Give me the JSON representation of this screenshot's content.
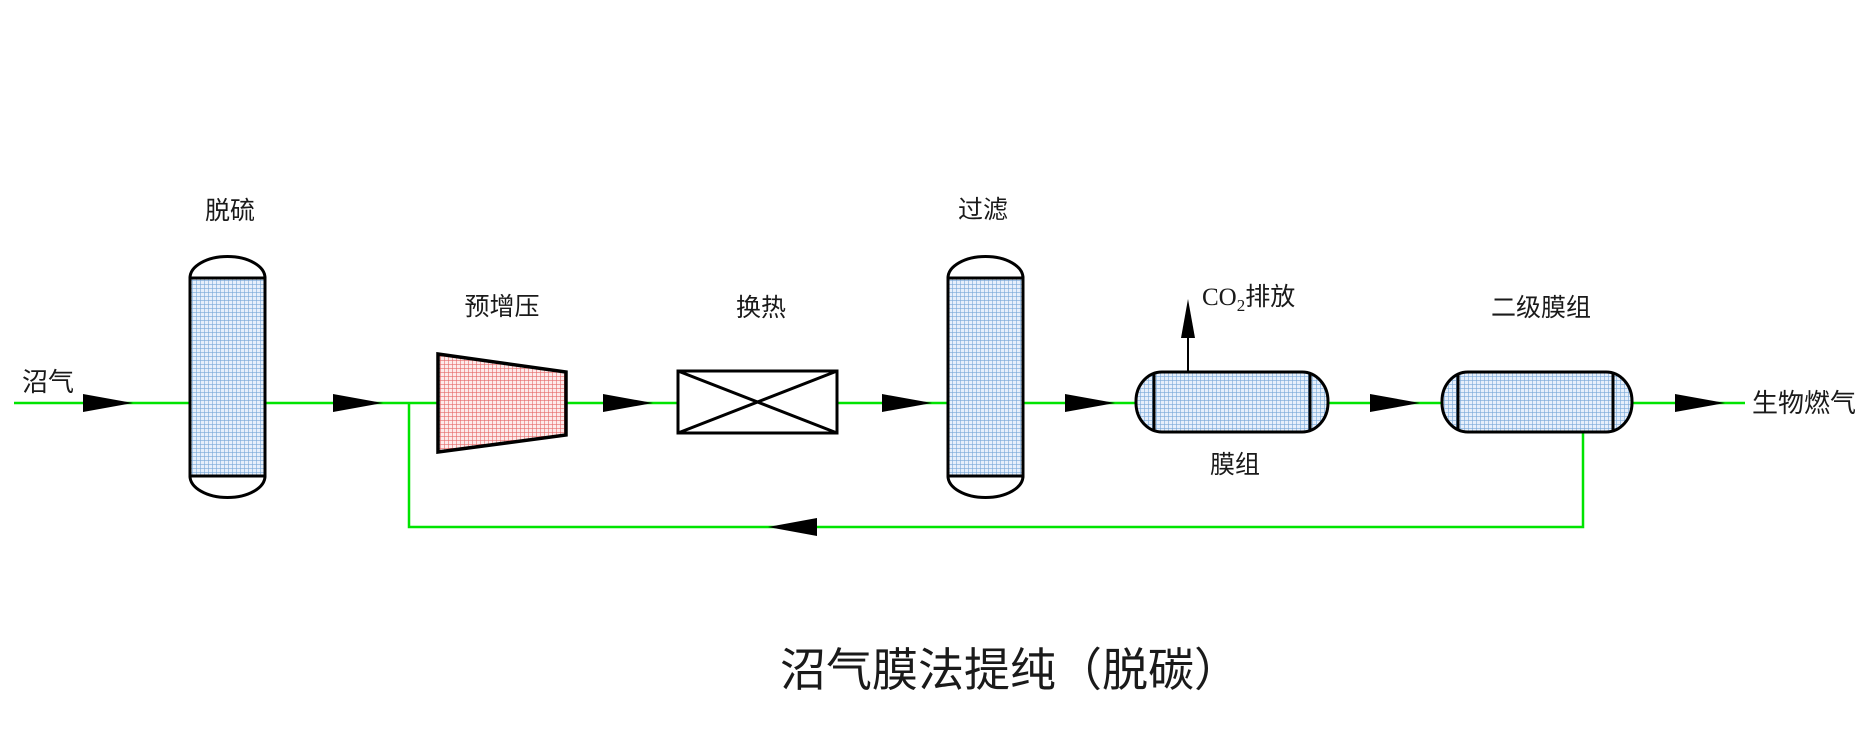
{
  "diagram": {
    "title": "沼气膜法提纯（脱碳）",
    "streams": {
      "inlet_label": "沼气",
      "outlet_label": "生物燃气",
      "co2_vent": {
        "prefix": "CO",
        "sub": "2",
        "suffix": "排放"
      }
    },
    "equipment": {
      "desulfurizer_label": "脱硫",
      "precompressor_label": "预增压",
      "heat_exchanger_label": "换热",
      "filter_label": "过滤",
      "membrane_stage1_label": "膜组",
      "membrane_stage2_label": "二级膜组"
    },
    "colors": {
      "stream_line": "#00e400",
      "vessel_fill": "#e6effb",
      "vessel_grid": "#78a8d8",
      "compressor_fill": "#fdeaea",
      "compressor_grid": "#e66a6a",
      "equipment_outline": "#000000",
      "background": "#ffffff"
    }
  }
}
